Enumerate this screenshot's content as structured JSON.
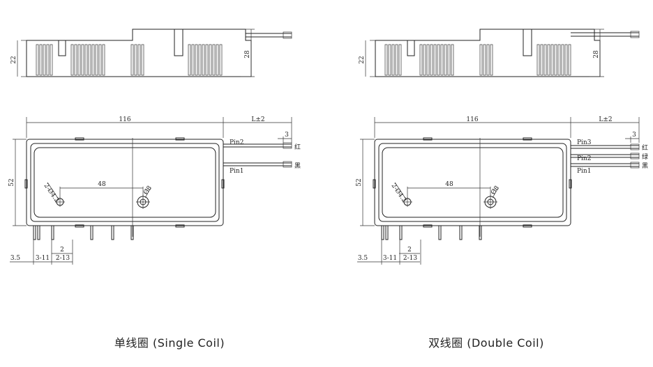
{
  "panels": [
    {
      "caption": "单线圈 (Single Coil)",
      "dims": {
        "height_side": "22",
        "height_total": "28",
        "length": "116",
        "lead": "L±2",
        "lead_end": "3",
        "width": "52",
        "hole_spacing": "48",
        "hole_small": "2-Ø4.2",
        "hole_large": "Ø8",
        "pitch_a": "3.5",
        "pitch_b": "3-11",
        "pitch_c": "2",
        "pitch_d": "2-13"
      },
      "pins": [
        {
          "label": "Pin2",
          "wire": "红"
        },
        {
          "label": "Pin1",
          "wire": "黑"
        }
      ]
    },
    {
      "caption": "双线圈 (Double Coil)",
      "dims": {
        "height_side": "22",
        "height_total": "28",
        "length": "116",
        "lead": "L±2",
        "lead_end": "3",
        "width": "52",
        "hole_spacing": "48",
        "hole_small": "2-Ø4.2",
        "hole_large": "Ø8",
        "pitch_a": "3.5",
        "pitch_b": "3-11",
        "pitch_c": "2",
        "pitch_d": "2-13"
      },
      "pins": [
        {
          "label": "Pin3",
          "wire": "红"
        },
        {
          "label": "Pin2",
          "wire": "绿"
        },
        {
          "label": "Pin1",
          "wire": "黑"
        }
      ]
    }
  ]
}
